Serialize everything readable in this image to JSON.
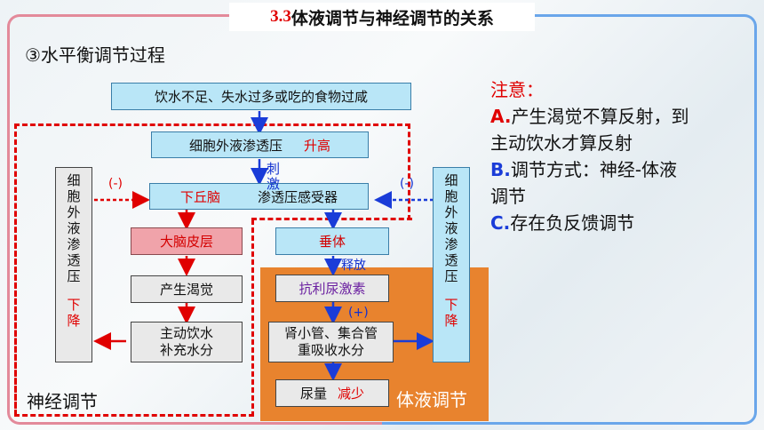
{
  "header": {
    "number": "3.3",
    "title": " 体液调节与神经调节的关系"
  },
  "section_title": "③水平衡调节过程",
  "boxes": {
    "trigger": "饮水不足、失水过多或吃的食物过咸",
    "ecf_label": "细胞外液渗透压",
    "ecf_change": "升高",
    "hypothalamus": "下丘脑",
    "receptor": "渗透压感受器",
    "cortex": "大脑皮层",
    "thirst": "产生渴觉",
    "drink_line1": "主动饮水",
    "drink_line2": "补充水分",
    "pituitary": "垂体",
    "adh": "抗利尿激素",
    "kidney_line1": "肾小管、集合管",
    "kidney_line2": "重吸收水分",
    "urine": "尿量",
    "urine_change": "减少",
    "left_side": "细胞外液渗透压",
    "left_change": "下降",
    "right_side": "细胞外液渗透压",
    "right_change": "下降"
  },
  "arrow_labels": {
    "stimulate": "刺激",
    "release": "释放",
    "plus": "(+)",
    "minus_left": "(-)",
    "minus_right": "(-)"
  },
  "region_labels": {
    "neural": "神经调节",
    "humoral": "体液调节"
  },
  "notes": {
    "title": "注意：",
    "a_letter": "A.",
    "a_text_1": "产生渴觉不算反射，到",
    "a_text_2": "主动饮水才算反射",
    "b_letter": "B.",
    "b_text_1": "调节方式：神经-体液",
    "b_text_2": "调节",
    "c_letter": "C.",
    "c_text": "存在负反馈调节"
  },
  "colors": {
    "accent_red": "#e00000",
    "pink_border": "#e06a80",
    "blue_border": "#5a9de8",
    "humoral_bg": "#e8832e",
    "note_blue": "#1a3cd8"
  }
}
